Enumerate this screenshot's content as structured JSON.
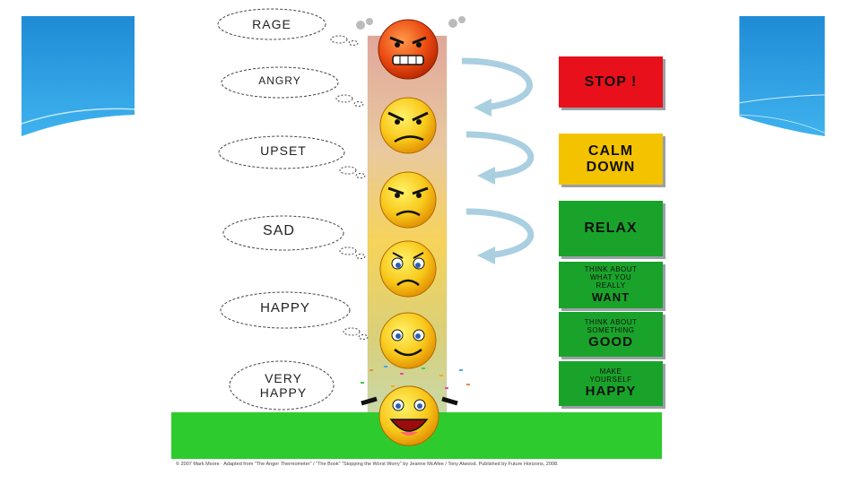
{
  "levels": [
    {
      "label": "RAGE",
      "face": "rage-face-icon"
    },
    {
      "label": "ANGRY",
      "face": "angry-face-icon"
    },
    {
      "label": "UPSET",
      "face": "upset-face-icon"
    },
    {
      "label": "SAD",
      "face": "sad-face-icon"
    },
    {
      "label": "HAPPY",
      "face": "happy-face-icon"
    },
    {
      "label_line1": "VERY",
      "label_line2": "HAPPY",
      "face": "very-happy-face-icon"
    }
  ],
  "actions": {
    "stop": "STOP !",
    "calm_line1": "CALM",
    "calm_line2": "DOWN",
    "relax": "RELAX",
    "think_want_small": "THINK ABOUT WHAT YOU REALLY",
    "think_want_big": "WANT",
    "think_good_small": "THINK ABOUT SOMETHING",
    "think_good_big": "GOOD",
    "make_small": "MAKE YOURSELF",
    "make_big": "HAPPY"
  },
  "footer": "© 2007 Mark Moore · Adapted from \"The Anger Thermometer\" / \"The Book\" \"Stopping the Worst Worry\" by Jeanne McAfee / Tony Atwood. Published by Future Horizons, 2008.",
  "colors": {
    "stop": "#e8101a",
    "calm": "#f4c300",
    "green": "#1aa32a",
    "ground": "#2ecb2e",
    "corner_blue": "#2592db",
    "arrow": "#a9cfe0"
  }
}
